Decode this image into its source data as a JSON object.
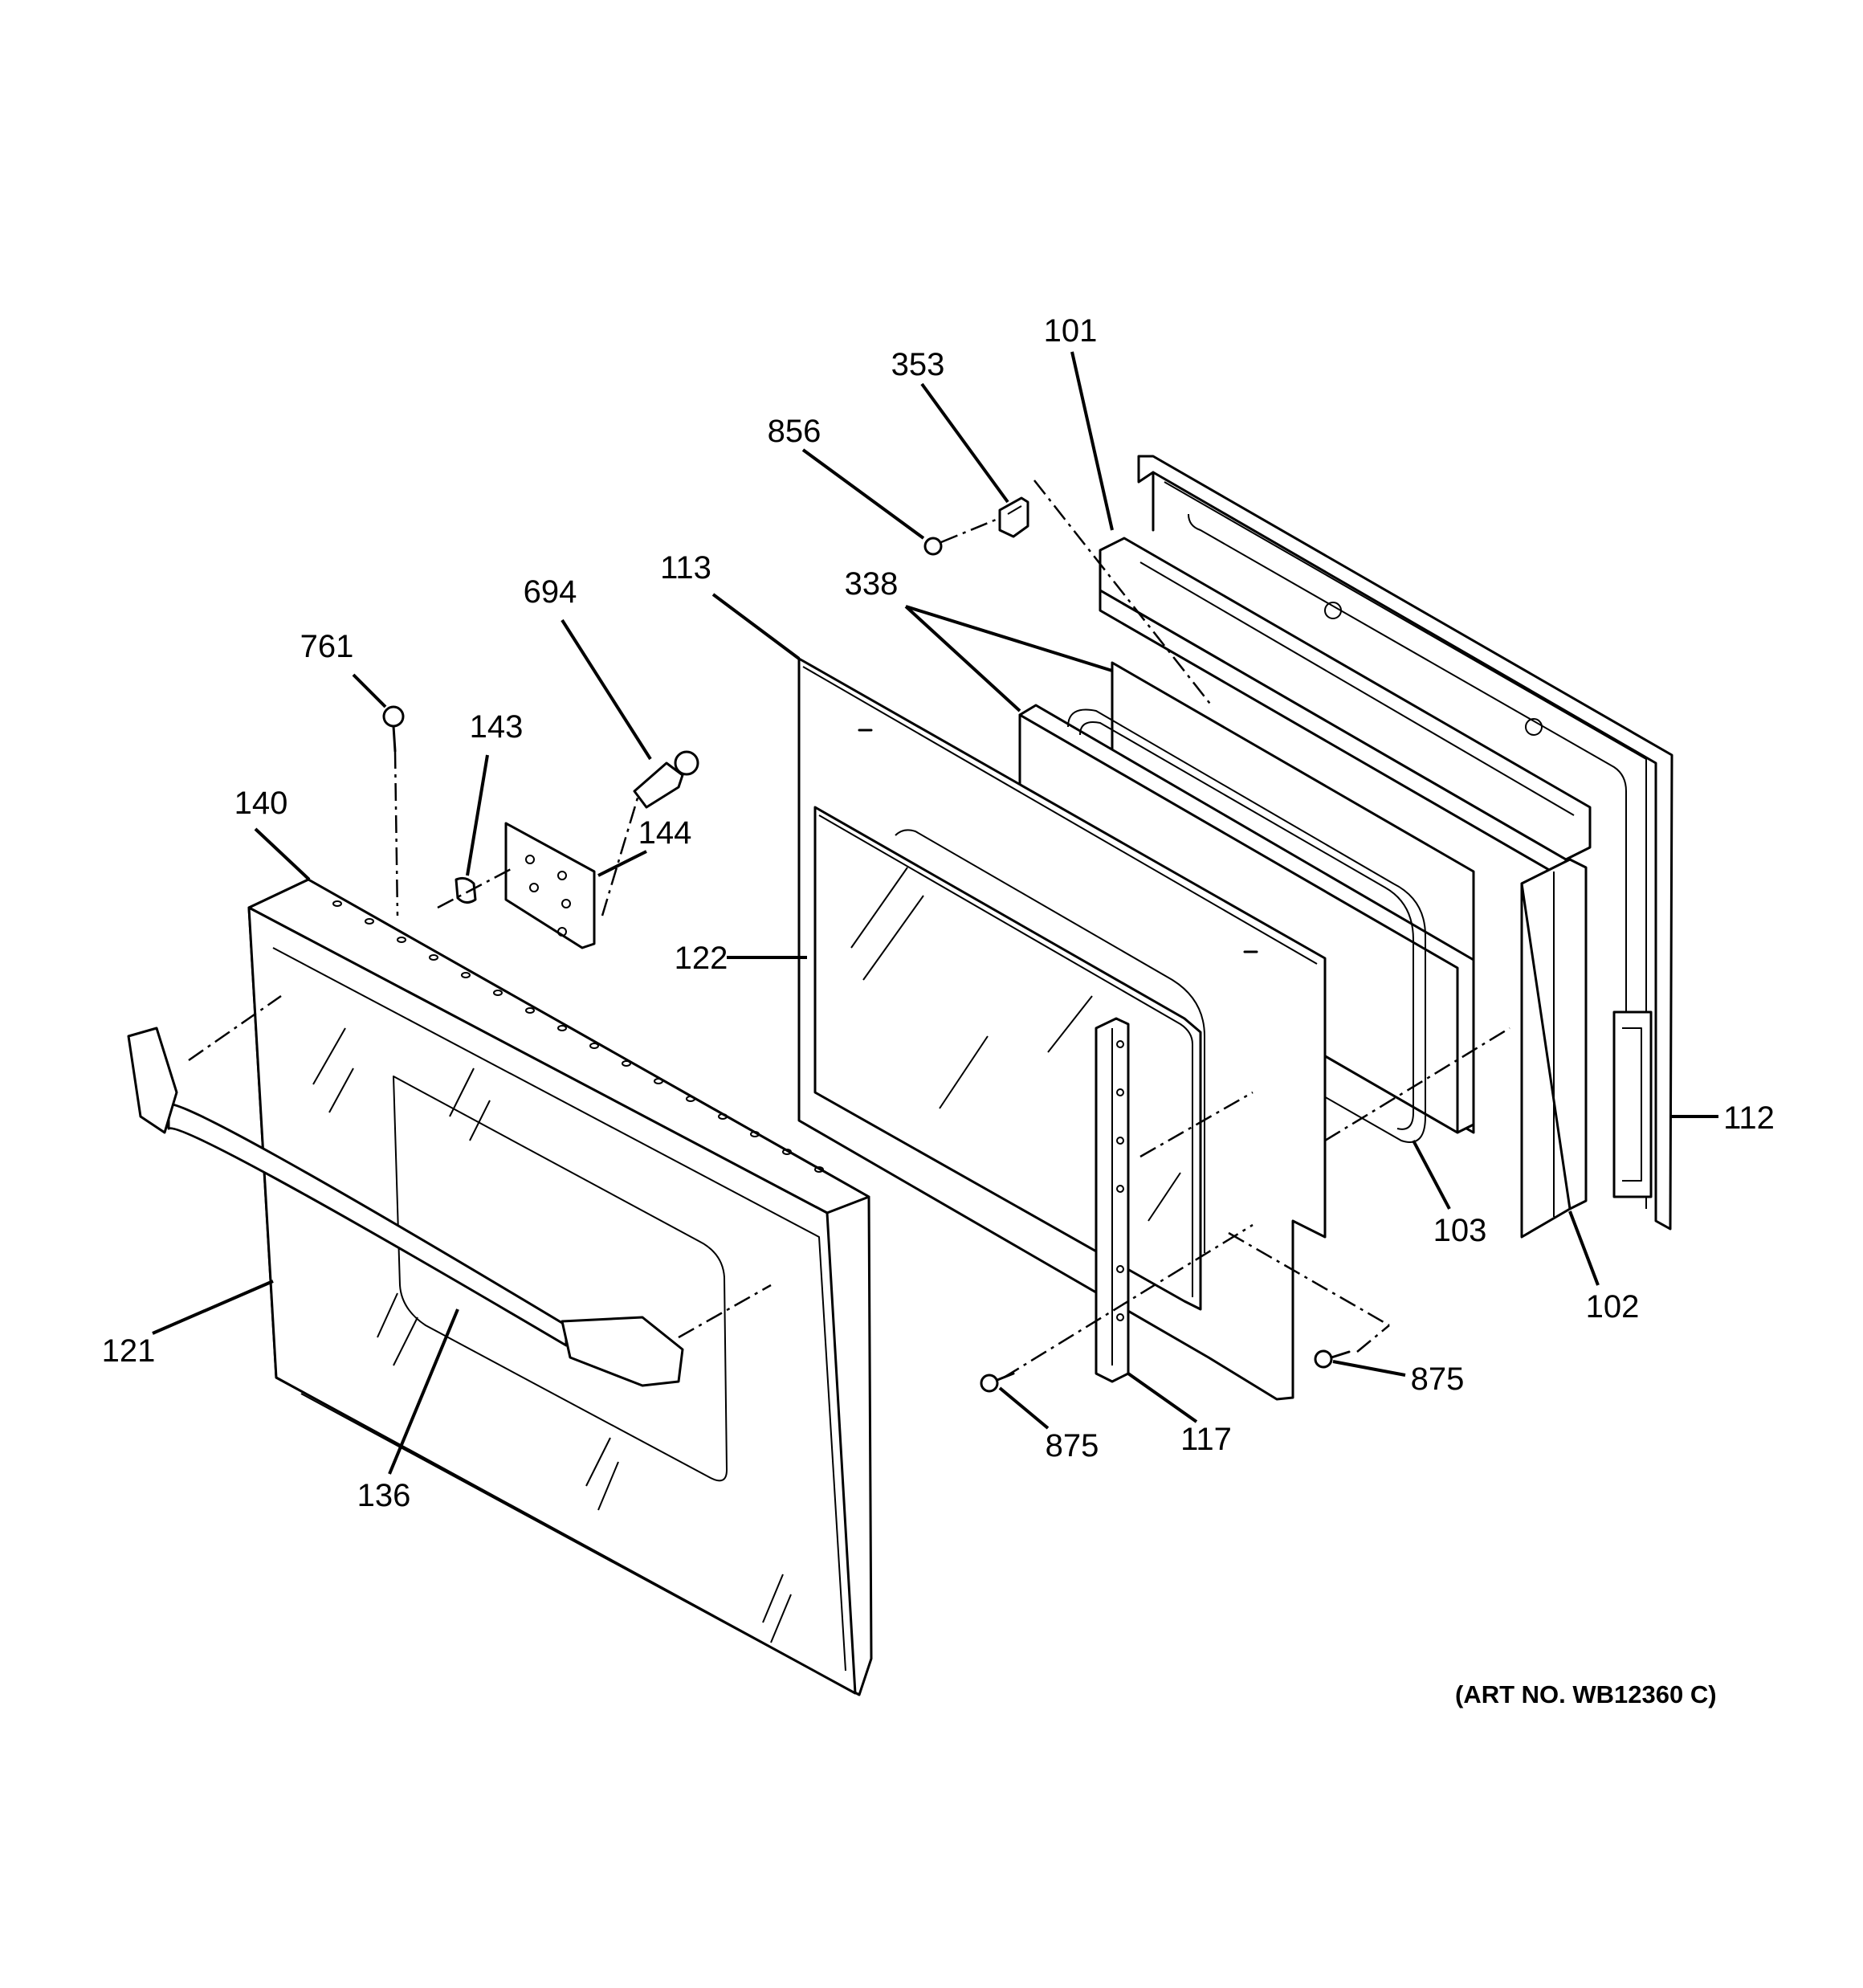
{
  "diagram": {
    "art_number": "(ART NO. WB12360 C)",
    "callouts": [
      {
        "id": "101",
        "label": "101"
      },
      {
        "id": "353",
        "label": "353"
      },
      {
        "id": "856",
        "label": "856"
      },
      {
        "id": "113",
        "label": "113"
      },
      {
        "id": "338",
        "label": "338"
      },
      {
        "id": "694",
        "label": "694"
      },
      {
        "id": "761",
        "label": "761"
      },
      {
        "id": "143",
        "label": "143"
      },
      {
        "id": "140",
        "label": "140"
      },
      {
        "id": "144",
        "label": "144"
      },
      {
        "id": "122",
        "label": "122"
      },
      {
        "id": "112",
        "label": "112"
      },
      {
        "id": "103",
        "label": "103"
      },
      {
        "id": "102",
        "label": "102"
      },
      {
        "id": "121",
        "label": "121"
      },
      {
        "id": "875a",
        "label": "875"
      },
      {
        "id": "875b",
        "label": "875"
      },
      {
        "id": "117",
        "label": "117"
      },
      {
        "id": "136",
        "label": "136"
      }
    ]
  }
}
